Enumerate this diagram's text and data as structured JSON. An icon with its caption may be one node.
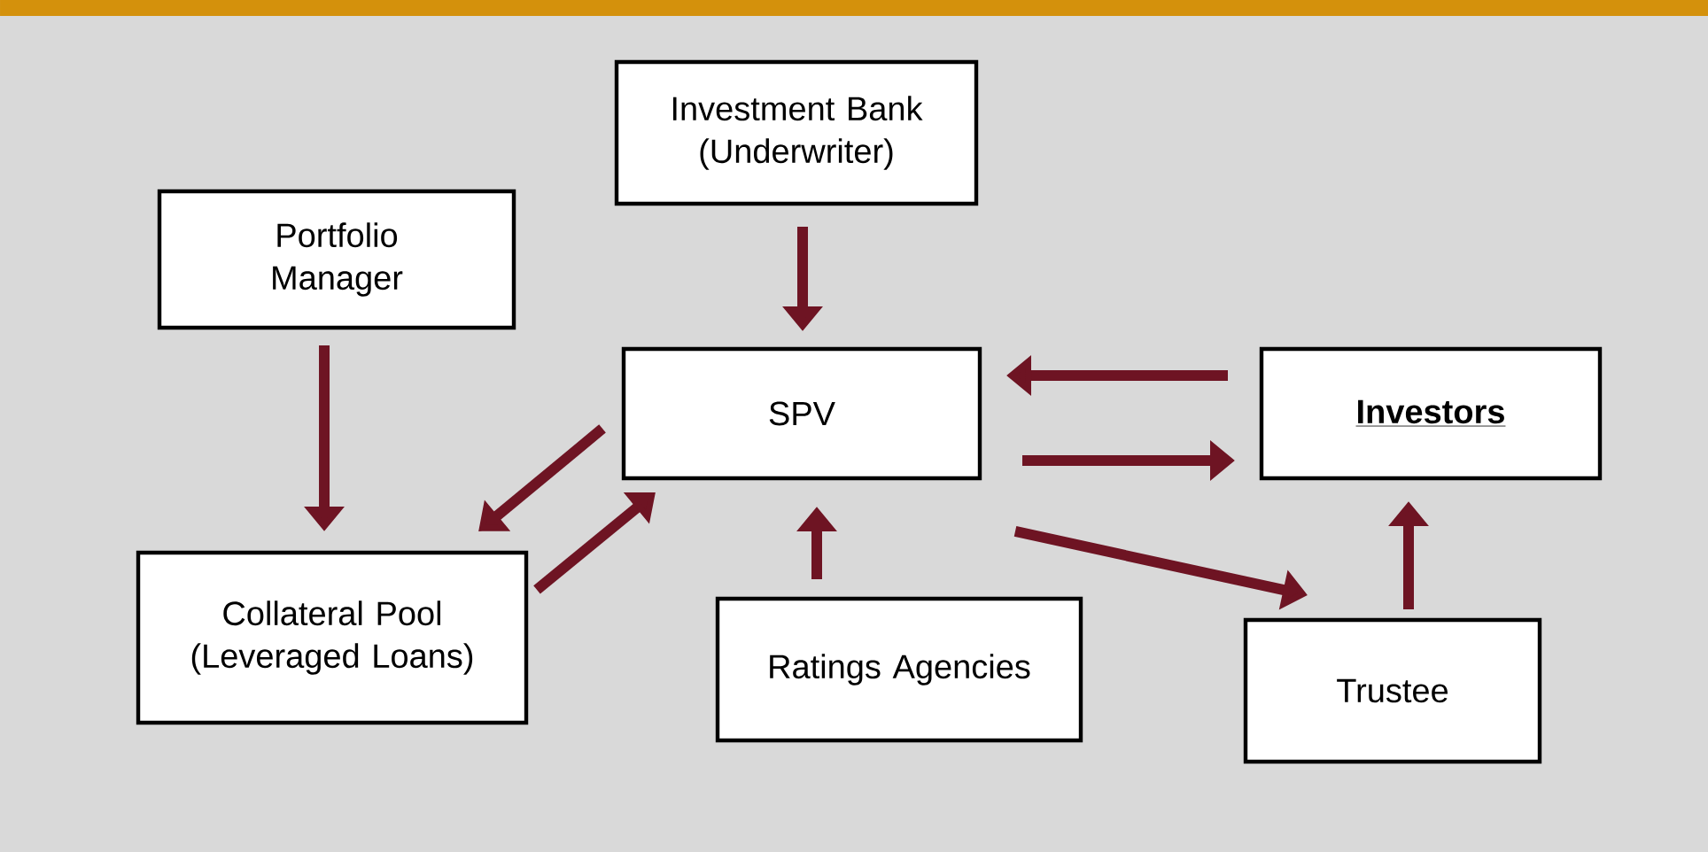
{
  "diagram": {
    "nodes": [
      {
        "text": [
          "Investment Bank (Underwriter)"
        ]
      },
      {
        "text": [
          "Portfolio Manager"
        ]
      },
      {
        "text": [
          "SPV"
        ]
      },
      {
        "text": [
          "Investors"
        ]
      },
      {
        "text": [
          "Collateral Pool (Leveraged Loans)"
        ]
      },
      {
        "text": [
          "Ratings Agencies"
        ]
      },
      {
        "text": [
          "Trustee"
        ]
      }
    ],
    "edges": [
      {
        "from": 0,
        "to": 2,
        "arrow": "to"
      },
      {
        "from": 1,
        "to": 4,
        "arrow": "to"
      },
      {
        "from": 2,
        "to": 4,
        "arrow": "to"
      },
      {
        "from": 4,
        "to": 2,
        "arrow": "to"
      },
      {
        "from": 5,
        "to": 2,
        "arrow": "to"
      },
      {
        "from": 3,
        "to": 2,
        "arrow": "to"
      },
      {
        "from": 2,
        "to": 3,
        "arrow": "to"
      },
      {
        "from": 2,
        "to": 6,
        "arrow": "to"
      },
      {
        "from": 6,
        "to": 3,
        "arrow": "to"
      }
    ]
  }
}
